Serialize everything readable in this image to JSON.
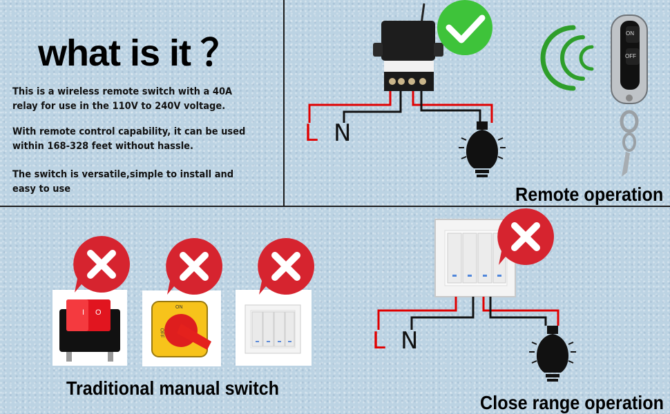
{
  "title": "what is it ？",
  "description": [
    "This is a wireless remote switch with a  40A  relay for use in the 110V to 240V voltage.",
    "With remote control capability, it can be used within 168-328 feet without hassle.",
    "The switch is versatile,simple to install and easy to use"
  ],
  "captions": {
    "remote": "Remote operation",
    "traditional": "Traditional manual switch",
    "close_range": "Close range operation"
  },
  "wiring": {
    "live": "L",
    "neutral": "N"
  },
  "remote_buttons": {
    "on": "ON",
    "off": "OFF"
  },
  "rotary_switch": {
    "on": "ON",
    "off": "OFF"
  },
  "rocker_switch": {
    "on": "I",
    "off": "O"
  },
  "colors": {
    "check": "#3ec33a",
    "cross": "#d6242f",
    "live_wire": "#e10000",
    "neutral_wire": "#111111"
  }
}
